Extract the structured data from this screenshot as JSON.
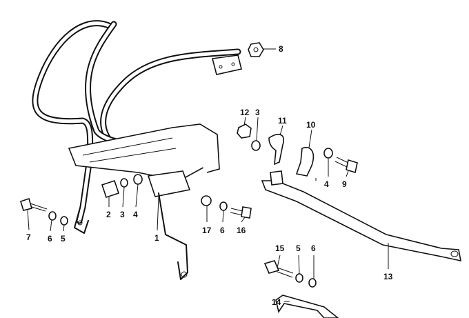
{
  "diagram": {
    "callouts": [
      {
        "id": "c8",
        "text": "8"
      },
      {
        "id": "c12",
        "text": "12"
      },
      {
        "id": "c3a",
        "text": "3"
      },
      {
        "id": "c11",
        "text": "11"
      },
      {
        "id": "c10",
        "text": "10"
      },
      {
        "id": "c4a",
        "text": "4"
      },
      {
        "id": "c9",
        "text": "9"
      },
      {
        "id": "c7",
        "text": "7"
      },
      {
        "id": "c6a",
        "text": "6"
      },
      {
        "id": "c5a",
        "text": "5"
      },
      {
        "id": "c2",
        "text": "2"
      },
      {
        "id": "c3b",
        "text": "3"
      },
      {
        "id": "c4b",
        "text": "4"
      },
      {
        "id": "c1",
        "text": "1"
      },
      {
        "id": "c17",
        "text": "17"
      },
      {
        "id": "c6b",
        "text": "6"
      },
      {
        "id": "c16",
        "text": "16"
      },
      {
        "id": "c13",
        "text": "13"
      },
      {
        "id": "c15",
        "text": "15"
      },
      {
        "id": "c5b",
        "text": "5"
      },
      {
        "id": "c6c",
        "text": "6"
      },
      {
        "id": "c14",
        "text": "14"
      }
    ]
  }
}
